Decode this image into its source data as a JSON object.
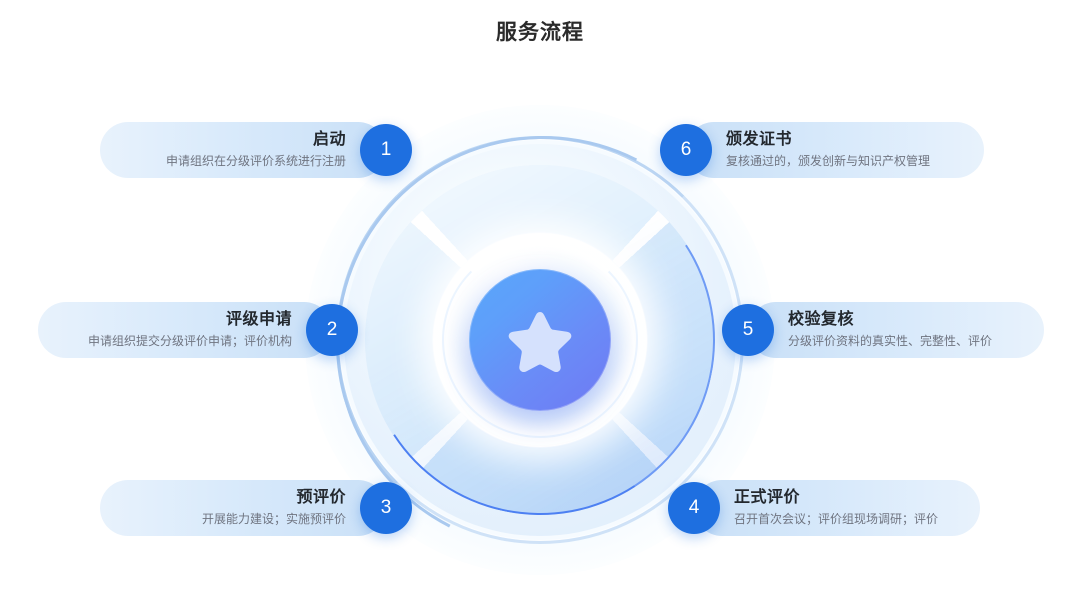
{
  "page": {
    "title": "服务流程",
    "background_color": "#ffffff"
  },
  "center_graphic": {
    "icon": "star-icon",
    "core_gradient_from": "#5aa6fb",
    "core_gradient_to": "#6f79f3",
    "star_color": "#d5e1fd",
    "ring_color": "#cfe6fb",
    "rim_highlight_color": "#4d80f2"
  },
  "theme": {
    "badge_color": "#1e6fe0",
    "badge_text_color": "#ffffff",
    "card_gradient_from": "#e8f2fc",
    "card_gradient_to": "#c9e0f7",
    "title_text_color": "#23282e",
    "desc_text_color": "#6f7480"
  },
  "steps": [
    {
      "number": "1",
      "title": "启动",
      "desc": "申请组织在分级评价系统进行注册",
      "side": "left"
    },
    {
      "number": "2",
      "title": "评级申请",
      "desc": "申请组织提交分级评价申请；评价机构",
      "side": "left"
    },
    {
      "number": "3",
      "title": "预评价",
      "desc": "开展能力建设；实施预评价",
      "side": "left"
    },
    {
      "number": "4",
      "title": "正式评价",
      "desc": "召开首次会议；评价组现场调研；评价",
      "side": "right"
    },
    {
      "number": "5",
      "title": "校验复核",
      "desc": "分级评价资料的真实性、完整性、评价",
      "side": "right"
    },
    {
      "number": "6",
      "title": "颁发证书",
      "desc": "复核通过的，颁发创新与知识产权管理",
      "side": "right"
    }
  ]
}
